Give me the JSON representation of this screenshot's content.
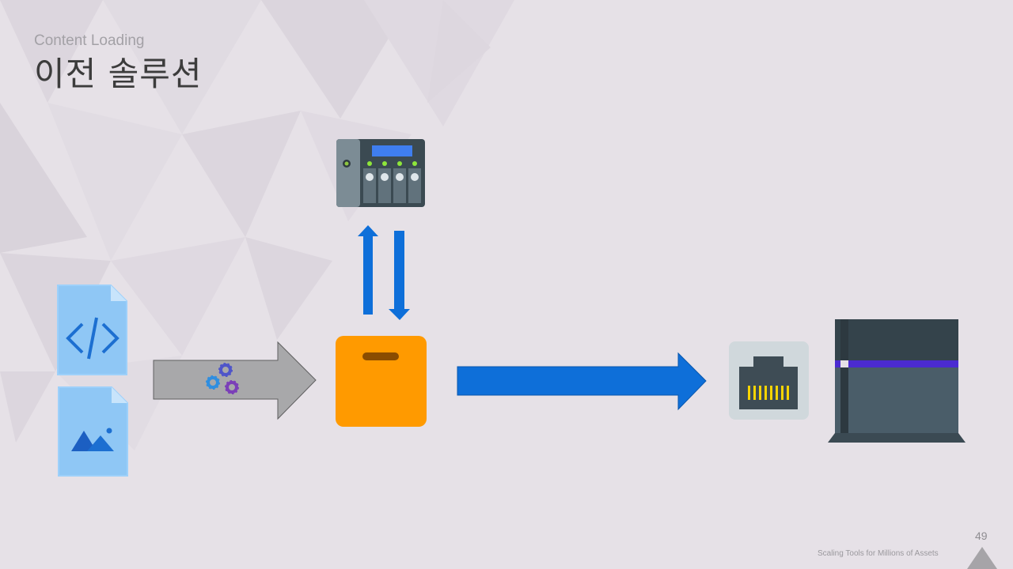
{
  "slide": {
    "subtitle": "Content Loading",
    "title": "이전 솔루션",
    "page_number": "49",
    "footer": "Scaling Tools for Millions of Assets"
  },
  "colors": {
    "background": "#e6e1e7",
    "file_blue": "#8fc7f5",
    "icon_blue": "#1c6fd1",
    "gray_arrow": "#a8a8aa",
    "blue_arrow": "#0e6fd9",
    "package_orange": "#ff9a00",
    "storage_dark": "#3b4a52",
    "console_dark": "#4a5d69",
    "console_accent": "#4b2bd1"
  },
  "icons": {
    "code_file": "code-file-icon",
    "image_file": "image-file-icon",
    "gears": "gears-icon",
    "package": "package-icon",
    "nas": "nas-storage-icon",
    "network": "ethernet-port-icon",
    "console": "game-console-icon"
  }
}
